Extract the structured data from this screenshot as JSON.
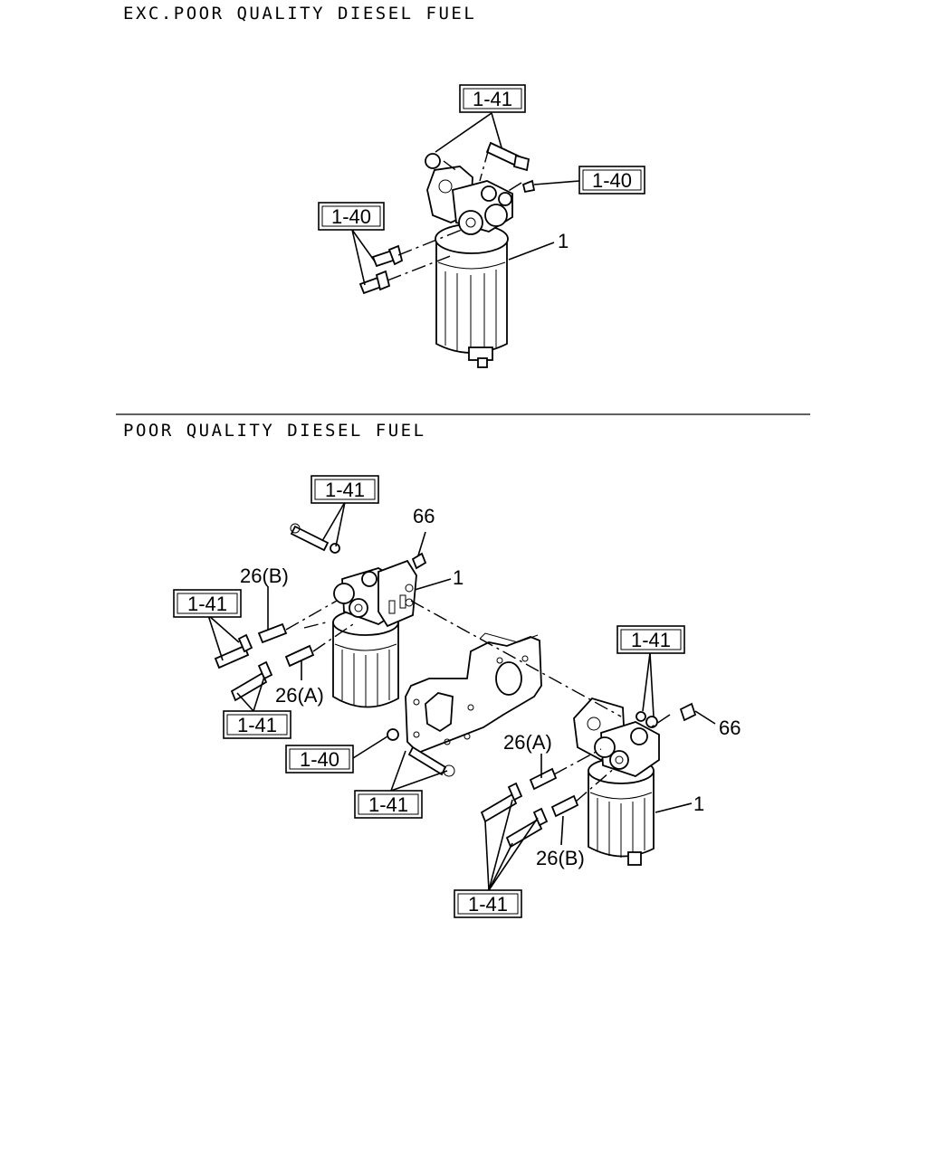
{
  "sections": {
    "top": {
      "heading": "EXC.POOR QUALITY DIESEL FUEL",
      "refs": {
        "a": "1-41",
        "b": "1-40",
        "c": "1-40"
      },
      "labels": {
        "a": "1"
      }
    },
    "bottom": {
      "heading": "POOR QUALITY DIESEL FUEL",
      "refs": {
        "a": "1-41",
        "b": "1-41",
        "c": "1-41",
        "d": "1-41",
        "e": "1-40",
        "f": "1-41",
        "g": "1-41"
      },
      "labels": {
        "a": "66",
        "b": "26(B)",
        "c": "1",
        "d": "26(A)",
        "e": "66",
        "f": "26(A)",
        "g": "1",
        "h": "26(B)"
      }
    }
  }
}
